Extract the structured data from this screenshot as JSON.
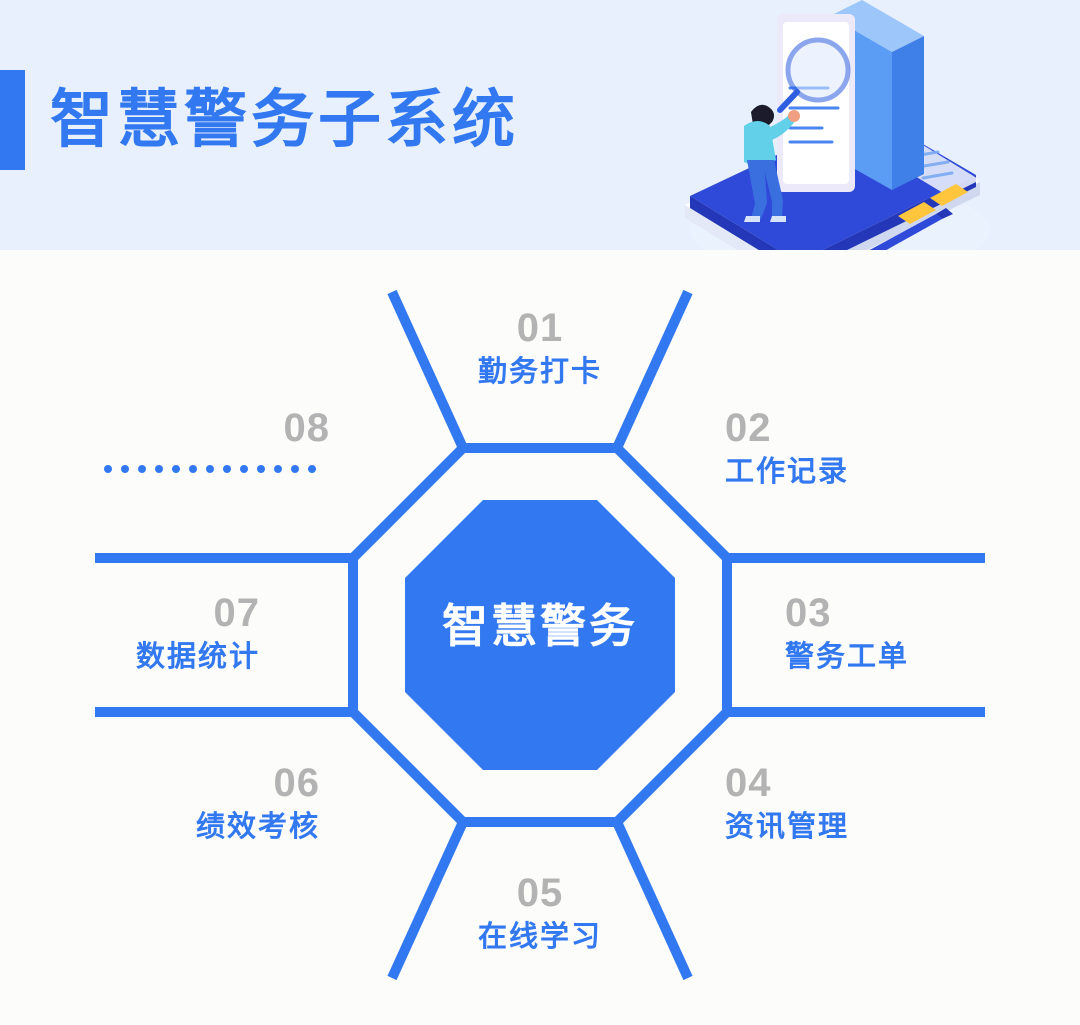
{
  "header": {
    "title": "智慧警务子系统",
    "accent_color": "#3278f0",
    "background_color": "#e7f0fc",
    "illustration": "person-with-magnifier-on-book-illustration"
  },
  "diagram": {
    "type": "octagon-hub-and-spoke",
    "center_label": "智慧警务",
    "center_fill": "#3278f0",
    "ring_stroke": "#3278f0",
    "number_color": "#b3b3b3",
    "label_color": "#3278f0",
    "nodes": [
      {
        "number": "01",
        "label": "勤务打卡",
        "position": "top"
      },
      {
        "number": "02",
        "label": "工作记录",
        "position": "top-right"
      },
      {
        "number": "03",
        "label": "警务工单",
        "position": "right"
      },
      {
        "number": "04",
        "label": "资讯管理",
        "position": "bottom-right"
      },
      {
        "number": "05",
        "label": "在线学习",
        "position": "bottom"
      },
      {
        "number": "06",
        "label": "绩效考核",
        "position": "bottom-left"
      },
      {
        "number": "07",
        "label": "数据统计",
        "position": "left"
      },
      {
        "number": "08",
        "label": "",
        "position": "top-left",
        "placeholder_dots": 13
      }
    ]
  }
}
